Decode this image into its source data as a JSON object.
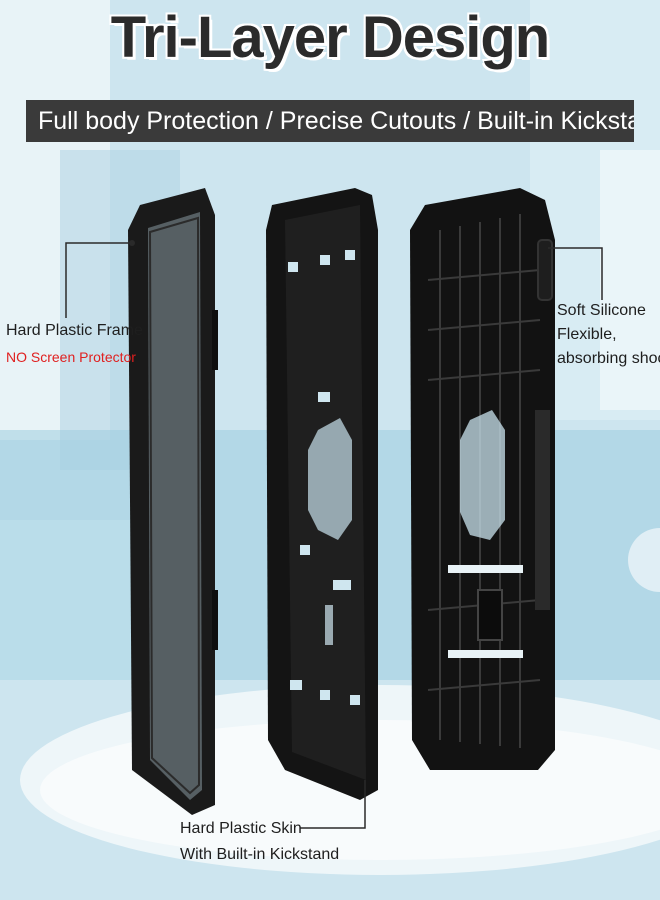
{
  "title": "Tri-Layer Design",
  "subtitle": "Full body Protection / Precise Cutouts / Built-in Kickstand",
  "labels": {
    "frame_title": "Hard Plastic Frame",
    "frame_note": "NO Screen Protector",
    "silicone_title": "Soft Silicone",
    "silicone_line2": "Flexible,",
    "silicone_line3": "absorbing shoc",
    "skin_title": "Hard Plastic Skin",
    "skin_line2": "With Built-in Kickstand"
  },
  "colors": {
    "title_text": "#2b2b2b",
    "subtitle_bar": "#3a3a3a",
    "warning_text": "#e02020",
    "case_black": "#151515"
  }
}
